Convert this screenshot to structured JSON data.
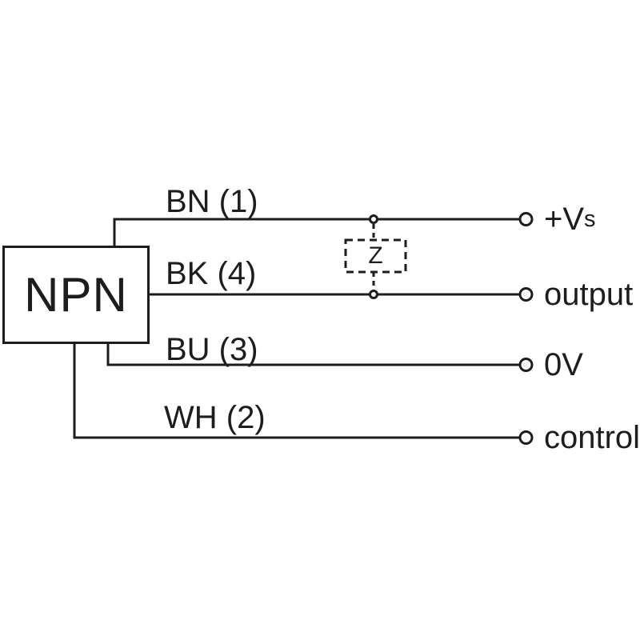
{
  "colors": {
    "line": "#1d1d1b",
    "background": "#ffffff"
  },
  "device": {
    "label": "NPN"
  },
  "impedance": {
    "label": "Z"
  },
  "wires": [
    {
      "id": "bn",
      "label": "BN (1)",
      "terminal": "+V",
      "terminal_sub": "s"
    },
    {
      "id": "bk",
      "label": "BK (4)",
      "terminal": "output"
    },
    {
      "id": "bu",
      "label": "BU (3)",
      "terminal": "0V"
    },
    {
      "id": "wh",
      "label": "WH (2)",
      "terminal": "control"
    }
  ]
}
